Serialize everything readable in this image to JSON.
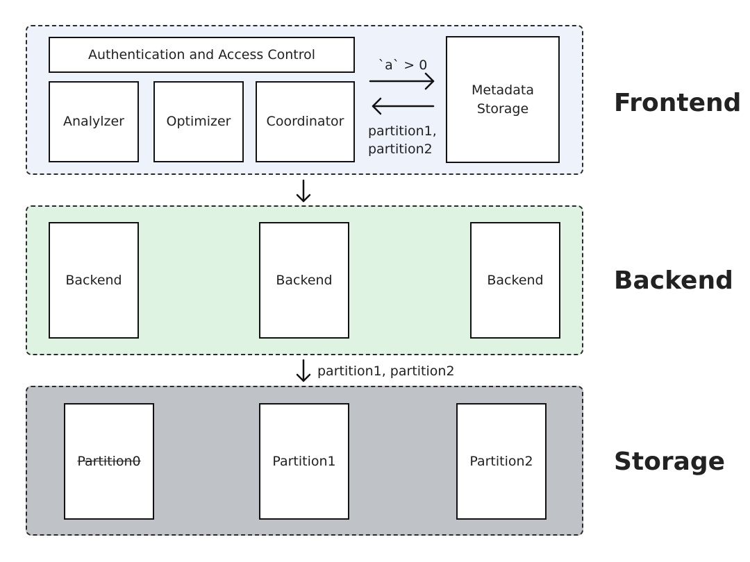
{
  "colors": {
    "frontend_bg": "#eef2fb",
    "backend_bg": "#dff3e3",
    "storage_bg": "#bfc3c8"
  },
  "frontend": {
    "label": "Frontend",
    "auth": "Authentication and Access Control",
    "analyzer": "Analylzer",
    "optimizer": "Optimizer",
    "coordinator": "Coordinator",
    "metadata_storage": "Metadata Storage",
    "request": "`a` > 0",
    "response_line1": "partition1,",
    "response_line2": "partition2"
  },
  "backend": {
    "label": "Backend",
    "nodes": [
      "Backend",
      "Backend",
      "Backend"
    ]
  },
  "backend_to_storage": "partition1, partition2",
  "storage": {
    "label": "Storage",
    "partitions": [
      "Partition0",
      "Partition1",
      "Partition2"
    ]
  }
}
